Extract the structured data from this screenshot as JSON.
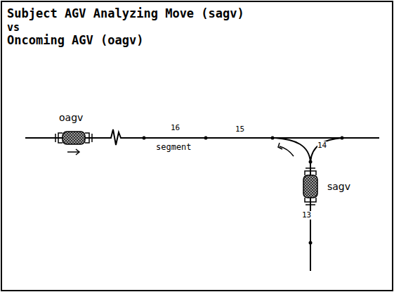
{
  "diagram": {
    "title": "Subject AGV Analyzing Move (sagv)",
    "nodes": [
      {
        "text": [
          "oagv"
        ]
      },
      {
        "text": [
          "sagv"
        ]
      }
    ],
    "labels": [
      "vs",
      "Oncoming AGV (oagv)",
      "16",
      "segment",
      "15",
      "14",
      "13"
    ]
  }
}
